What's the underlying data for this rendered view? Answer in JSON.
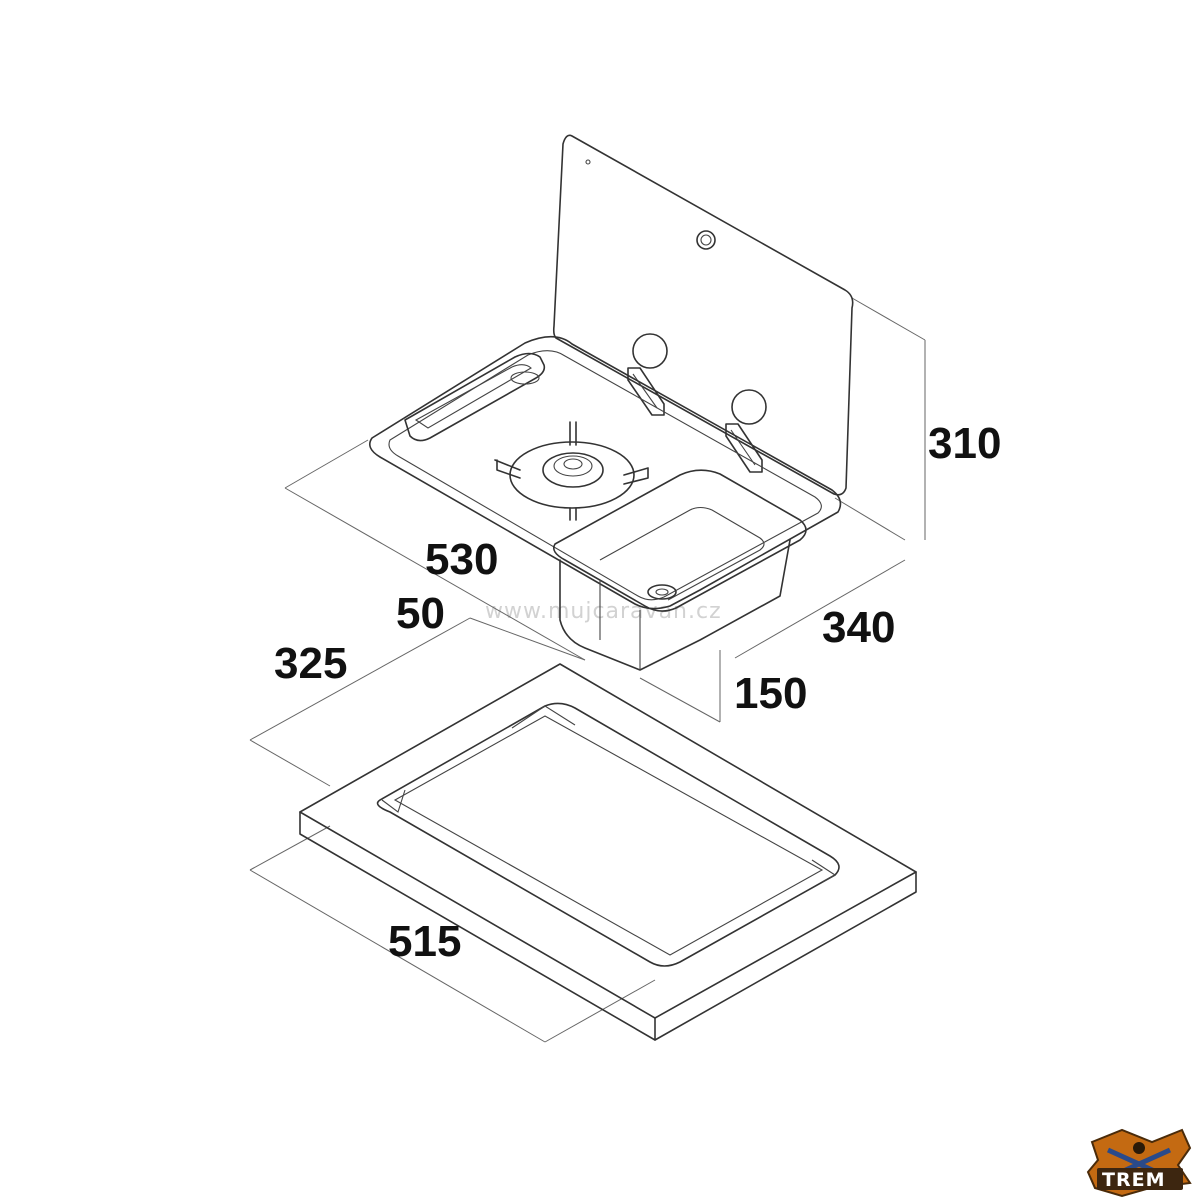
{
  "dimensions": {
    "height_lid": "310",
    "width_top": "530",
    "depth_top": "340",
    "rim": "50",
    "bowl_depth": "150",
    "cutout_depth": "325",
    "cutout_width": "515"
  },
  "watermark": "www.mujcaravan.cz",
  "logo": {
    "text": "TREM",
    "icon": "trem-logo-icon",
    "color": "#c46a12"
  },
  "icons": {
    "sink_hob": "sink-hob-combo-icon",
    "lid": "glass-lid-icon",
    "burner": "gas-burner-icon",
    "bowl": "sink-bowl-icon",
    "cutout": "cutout-template-icon"
  }
}
